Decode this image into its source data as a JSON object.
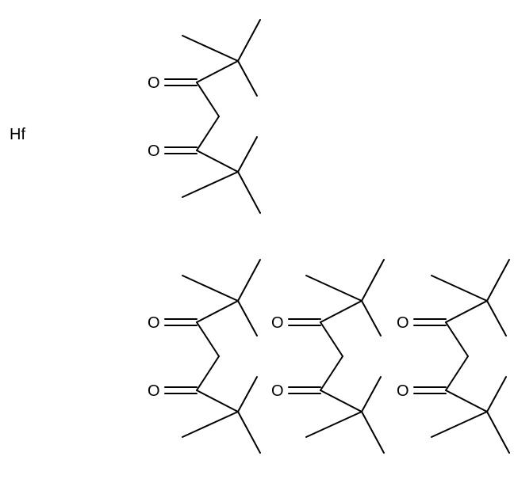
{
  "metal": {
    "label": "Hf"
  },
  "ligand": {
    "oxygen_label": "O",
    "count": 4
  },
  "colors": {
    "ink": "#000000",
    "background": "#ffffff"
  }
}
